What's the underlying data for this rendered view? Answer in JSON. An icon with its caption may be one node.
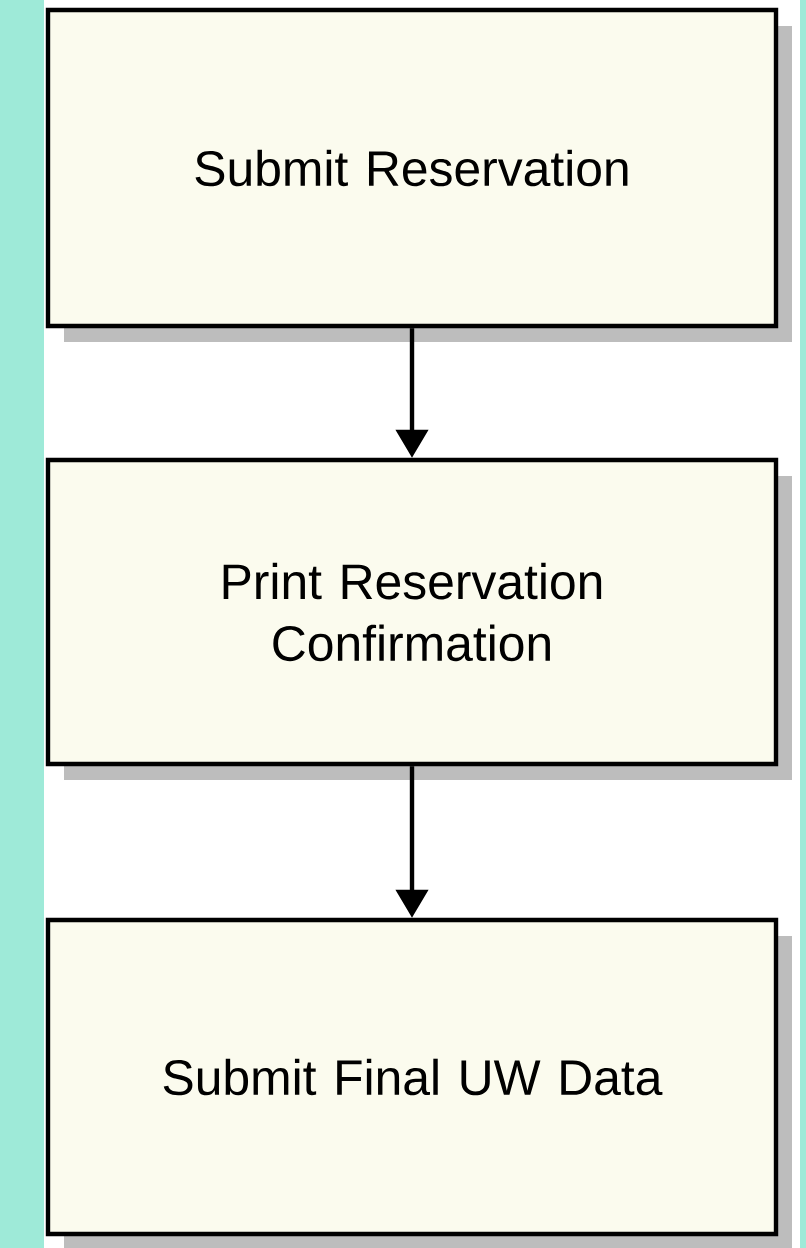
{
  "diagram": {
    "nodes": [
      {
        "text": [
          "Submit Reservation"
        ]
      },
      {
        "text": [
          "Print Reservation Confirmation"
        ]
      },
      {
        "text": [
          "Submit Final UW Data"
        ]
      }
    ],
    "edges": [
      {
        "from": 0,
        "to": 1,
        "arrow": "to"
      },
      {
        "from": 1,
        "to": 2,
        "arrow": "to"
      }
    ]
  }
}
